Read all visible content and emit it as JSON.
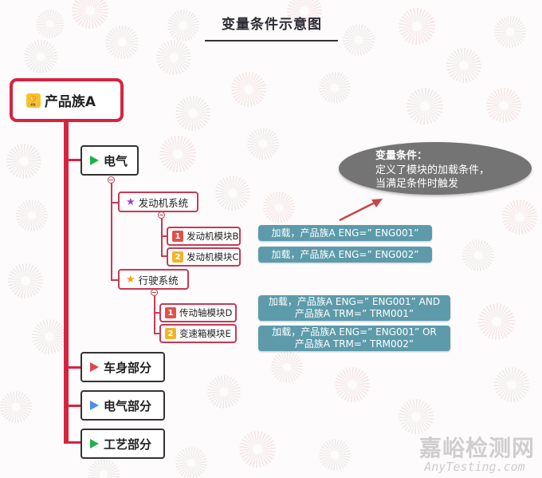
{
  "title": "变量条件示意图",
  "root": {
    "label": "产品族A",
    "icon": "trophy-icon",
    "icon_color": "#f4c430"
  },
  "branches": [
    {
      "label": "电气",
      "icon": "flag-icon",
      "icon_color": "#1fb24a",
      "children": [
        {
          "label": "发动机系统",
          "icon": "star-icon",
          "icon_color": "#9b3fcf",
          "children": [
            {
              "badge": "1",
              "badge_color": "#e0524a",
              "label": "发动机模块B"
            },
            {
              "badge": "2",
              "badge_color": "#f0b429",
              "label": "发动机模块C"
            }
          ]
        },
        {
          "label": "行驶系统",
          "icon": "star-icon",
          "icon_color": "#f0a020",
          "children": [
            {
              "badge": "1",
              "badge_color": "#e0524a",
              "label": "传动轴模块D"
            },
            {
              "badge": "2",
              "badge_color": "#f0b429",
              "label": "变速箱模块E"
            }
          ]
        }
      ]
    },
    {
      "label": "车身部分",
      "icon": "flag-icon",
      "icon_color": "#e04848"
    },
    {
      "label": "电气部分",
      "icon": "flag-icon",
      "icon_color": "#4a8fe8"
    },
    {
      "label": "工艺部分",
      "icon": "flag-icon",
      "icon_color": "#1fb24a"
    }
  ],
  "notes": [
    {
      "lines": [
        "加载，产品族A ENG=” ENG001”"
      ]
    },
    {
      "lines": [
        "加载，产品族A ENG=” ENG002”"
      ]
    },
    {
      "lines": [
        "加载，产品族A ENG=” ENG001” AND",
        "产品族A TRM=” TRM001”"
      ]
    },
    {
      "lines": [
        "加载，产品族A ENG=” ENG001” OR",
        "产品族A TRM=” TRM002”"
      ]
    }
  ],
  "callout": {
    "heading": "变量条件：",
    "line1": "定义了模块的加载条件，",
    "line2": "当满足条件时触发",
    "color": "#747474",
    "arrow_color": "#c8454b"
  },
  "watermark": {
    "cn": "嘉峪检测网",
    "en": "AnyTesting.com"
  },
  "colors": {
    "main_line": "#d6243f",
    "sub_line": "#c63a55",
    "note_bg": "#5d9bab"
  }
}
